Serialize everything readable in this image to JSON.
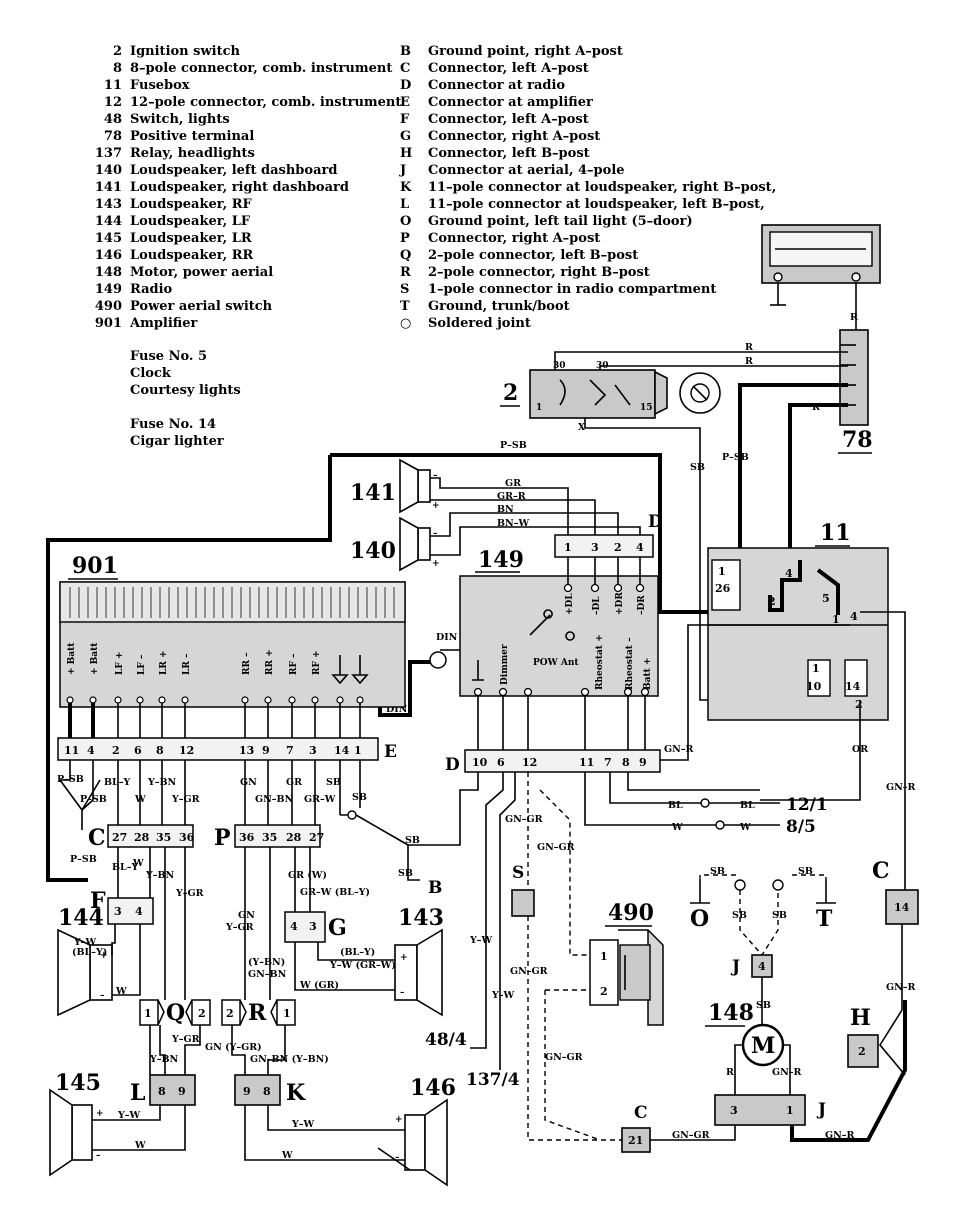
{
  "legend_left": [
    {
      "code": "2",
      "text": "Ignition switch"
    },
    {
      "code": "8",
      "text": "8–pole connector, comb. instrument"
    },
    {
      "code": "11",
      "text": "Fusebox"
    },
    {
      "code": "12",
      "text": "12–pole connector, comb. instrument"
    },
    {
      "code": "48",
      "text": "Switch, lights"
    },
    {
      "code": "78",
      "text": "Positive terminal"
    },
    {
      "code": "137",
      "text": "Relay, headlights"
    },
    {
      "code": "140",
      "text": "Loudspeaker, left dashboard"
    },
    {
      "code": "141",
      "text": "Loudspeaker, right dashboard"
    },
    {
      "code": "143",
      "text": "Loudspeaker, RF"
    },
    {
      "code": "144",
      "text": "Loudspeaker, LF"
    },
    {
      "code": "145",
      "text": "Loudspeaker, LR"
    },
    {
      "code": "146",
      "text": "Loudspeaker, RR"
    },
    {
      "code": "148",
      "text": "Motor, power aerial"
    },
    {
      "code": "149",
      "text": "Radio"
    },
    {
      "code": "490",
      "text": "Power aerial switch"
    },
    {
      "code": "901",
      "text": "Amplifier"
    }
  ],
  "legend_right": [
    {
      "code": "B",
      "text": "Ground point, right A–post"
    },
    {
      "code": "C",
      "text": "Connector, left A–post"
    },
    {
      "code": "D",
      "text": "Connector at radio"
    },
    {
      "code": "E",
      "text": "Connector at amplifier"
    },
    {
      "code": "F",
      "text": "Connector, left A–post"
    },
    {
      "code": "G",
      "text": "Connector, right A–post"
    },
    {
      "code": "H",
      "text": "Connector, left B–post"
    },
    {
      "code": "J",
      "text": "Connector at aerial, 4–pole"
    },
    {
      "code": "K",
      "text": "11–pole connector at loudspeaker, right B–post,"
    },
    {
      "code": "L",
      "text": "11–pole connector at loudspeaker, left B–post,"
    },
    {
      "code": "O",
      "text": "Ground point, left tail light (5–door)"
    },
    {
      "code": "P",
      "text": "Connector, right A–post"
    },
    {
      "code": "Q",
      "text": "2–pole connector, left B–post"
    },
    {
      "code": "R",
      "text": "2–pole connector, right B–post"
    },
    {
      "code": "S",
      "text": "1–pole connector in radio compartment"
    },
    {
      "code": "T",
      "text": "Ground, trunk/boot"
    },
    {
      "code": "○",
      "text": "Soldered joint"
    }
  ],
  "fuse_notes": {
    "fuse5_title": "Fuse No. 5",
    "fuse5_line1": "Clock",
    "fuse5_line2": "Courtesy lights",
    "fuse14_title": "Fuse No. 14",
    "fuse14_line1": "Cigar lighter"
  },
  "components": {
    "c2": "2",
    "c78": "78",
    "c11": "11",
    "c141": "141",
    "c140": "140",
    "c149": "149",
    "c901": "901",
    "c490": "490",
    "c148": "148",
    "c144": "144",
    "c143": "143",
    "c145": "145",
    "c146": "146"
  },
  "connectors": {
    "D1": "D",
    "D2": "D",
    "E": "E",
    "C1": "C",
    "C2": "C",
    "C3": "C",
    "P": "P",
    "F": "F",
    "G": "G",
    "Q": "Q",
    "R": "R",
    "L": "L",
    "K": "K",
    "S": "S",
    "J1": "J",
    "J2": "J",
    "H": "H",
    "B": "B",
    "O": "O",
    "T": "T",
    "M": "M",
    "DIN1": "DIN",
    "DIN2": "DIN",
    "X": "X"
  },
  "refs": {
    "r121": "12/1",
    "r85": "8/5",
    "r484": "48/4",
    "r1374": "137/4"
  },
  "pins": {
    "D_top": [
      "1",
      "3",
      "2",
      "4"
    ],
    "E": [
      "11",
      "4",
      "2",
      "6",
      "8",
      "12",
      "13",
      "9",
      "7",
      "3",
      "14",
      "1"
    ],
    "D_bottom": [
      "10",
      "6",
      "12",
      "11",
      "7",
      "8",
      "9"
    ],
    "C_left": [
      "27",
      "28",
      "35",
      "36"
    ],
    "P_right": [
      "36",
      "35",
      "28",
      "27"
    ],
    "F": [
      "3",
      "4"
    ],
    "G": [
      "4",
      "3"
    ],
    "Q": [
      "1",
      "2"
    ],
    "R": [
      "2",
      "1"
    ],
    "L": [
      "8",
      "9"
    ],
    "K": [
      "9",
      "8"
    ],
    "J_small": "4",
    "J_big": [
      "3",
      "1"
    ],
    "C_14": "14",
    "C_21": "21",
    "H_2": "2",
    "fuse_block": [
      "1",
      "26",
      "2",
      "4",
      "5",
      "1",
      "10",
      "14",
      "2",
      "4"
    ],
    "ign": [
      "30",
      "30",
      "1",
      "15"
    ]
  },
  "amp_terminals": [
    "+ Batt",
    "+ Batt",
    "LF +",
    "LF –",
    "LR +",
    "LR –",
    "RR –",
    "RR +",
    "RF –",
    "RF +"
  ],
  "radio_terminals": [
    "+DL",
    "–DL",
    "+DR",
    "–DR",
    "Dimmer",
    "POW Ant",
    "Rheostat +",
    "Rheostat –",
    "Batt +"
  ],
  "wire_colors": {
    "P_SB": "P–SB",
    "R": "R",
    "SB": "SB",
    "GR": "GR",
    "GR_R": "GR–R",
    "BN": "BN",
    "BN_W": "BN–W",
    "GN_R": "GN–R",
    "OR": "OR",
    "BL_Y": "BL–Y",
    "Y_BN": "Y–BN",
    "W": "W",
    "Y_GR": "Y–GR",
    "GN": "GN",
    "GN_BN": "GN–BN",
    "GR_W": "GR–W",
    "GR_W2": "GR (W)",
    "GR_W_BLY": "GR–W (BL–Y)",
    "GN_YGR": "GN\n(Y–GR)",
    "Y_W": "Y–W",
    "BL_Y_p": "(BL–Y)",
    "Y_W_GRW": "Y–W (GR–W)",
    "W_GR": "W (GR)",
    "Y_BN_p": "(Y–BN)",
    "GN_Y_GR": "GN (Y–GR)",
    "GN_BN_YBN": "GN–BN (Y–BN)",
    "GN_GR": "GN–GR",
    "BL": "BL"
  }
}
